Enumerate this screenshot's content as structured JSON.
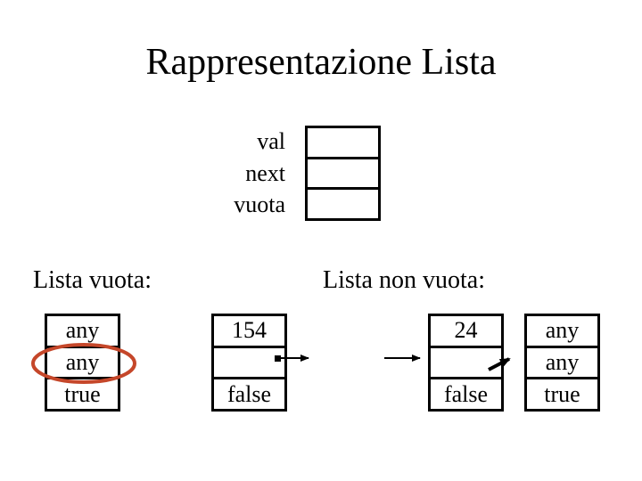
{
  "title": "Rappresentazione Lista",
  "template_diagram": {
    "field_labels": [
      "val",
      "next",
      "vuota"
    ],
    "cells": [
      "",
      "",
      ""
    ]
  },
  "empty_list": {
    "heading": "Lista vuota:",
    "record": {
      "cells": [
        "any",
        "any",
        "true"
      ]
    },
    "highlight_color": "#c5472a"
  },
  "non_empty_list": {
    "heading": "Lista non vuota:",
    "node1": {
      "cells": [
        "154",
        "",
        "false"
      ]
    },
    "node2": {
      "cells": [
        "24",
        "",
        "false"
      ]
    },
    "node3": {
      "cells": [
        "any",
        "any",
        "true"
      ]
    }
  },
  "colors": {
    "background": "#ffffff",
    "text": "#000000",
    "line": "#000000",
    "highlight": "#c5472a"
  }
}
